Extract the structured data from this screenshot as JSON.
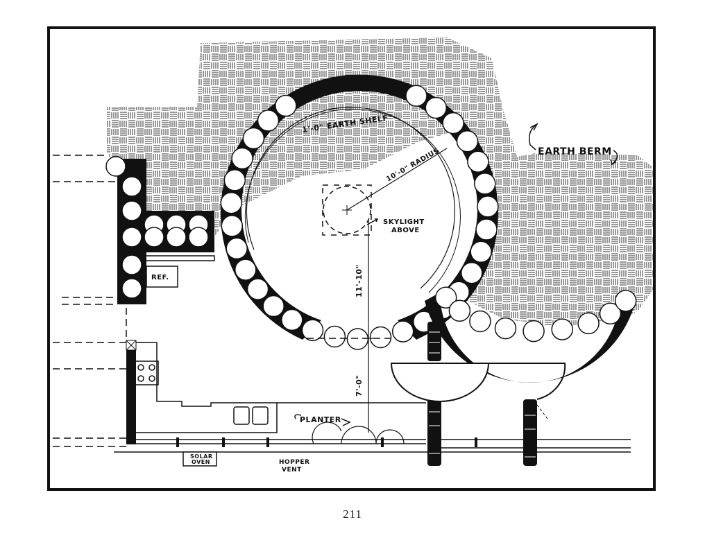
{
  "labels": {
    "earth_shelf": "1'-0\" EARTH SHELF",
    "radius": "10'-0\" RADIUS",
    "skylight": "SKYLIGHT",
    "skylight_above": "ABOVE",
    "earth_berm": "EARTH BERM",
    "ref": "REF.",
    "dim_11_10": "11'-10\"",
    "dim_7_0": "7'-0\"",
    "planter": "PLANTER",
    "solar": "SOLAR",
    "oven": "OVEN",
    "hopper": "HOPPER",
    "vent": "VENT"
  },
  "page_number": "211",
  "colors": {
    "ink": "#111111",
    "paper": "#ffffff",
    "hatch": "#333333"
  }
}
